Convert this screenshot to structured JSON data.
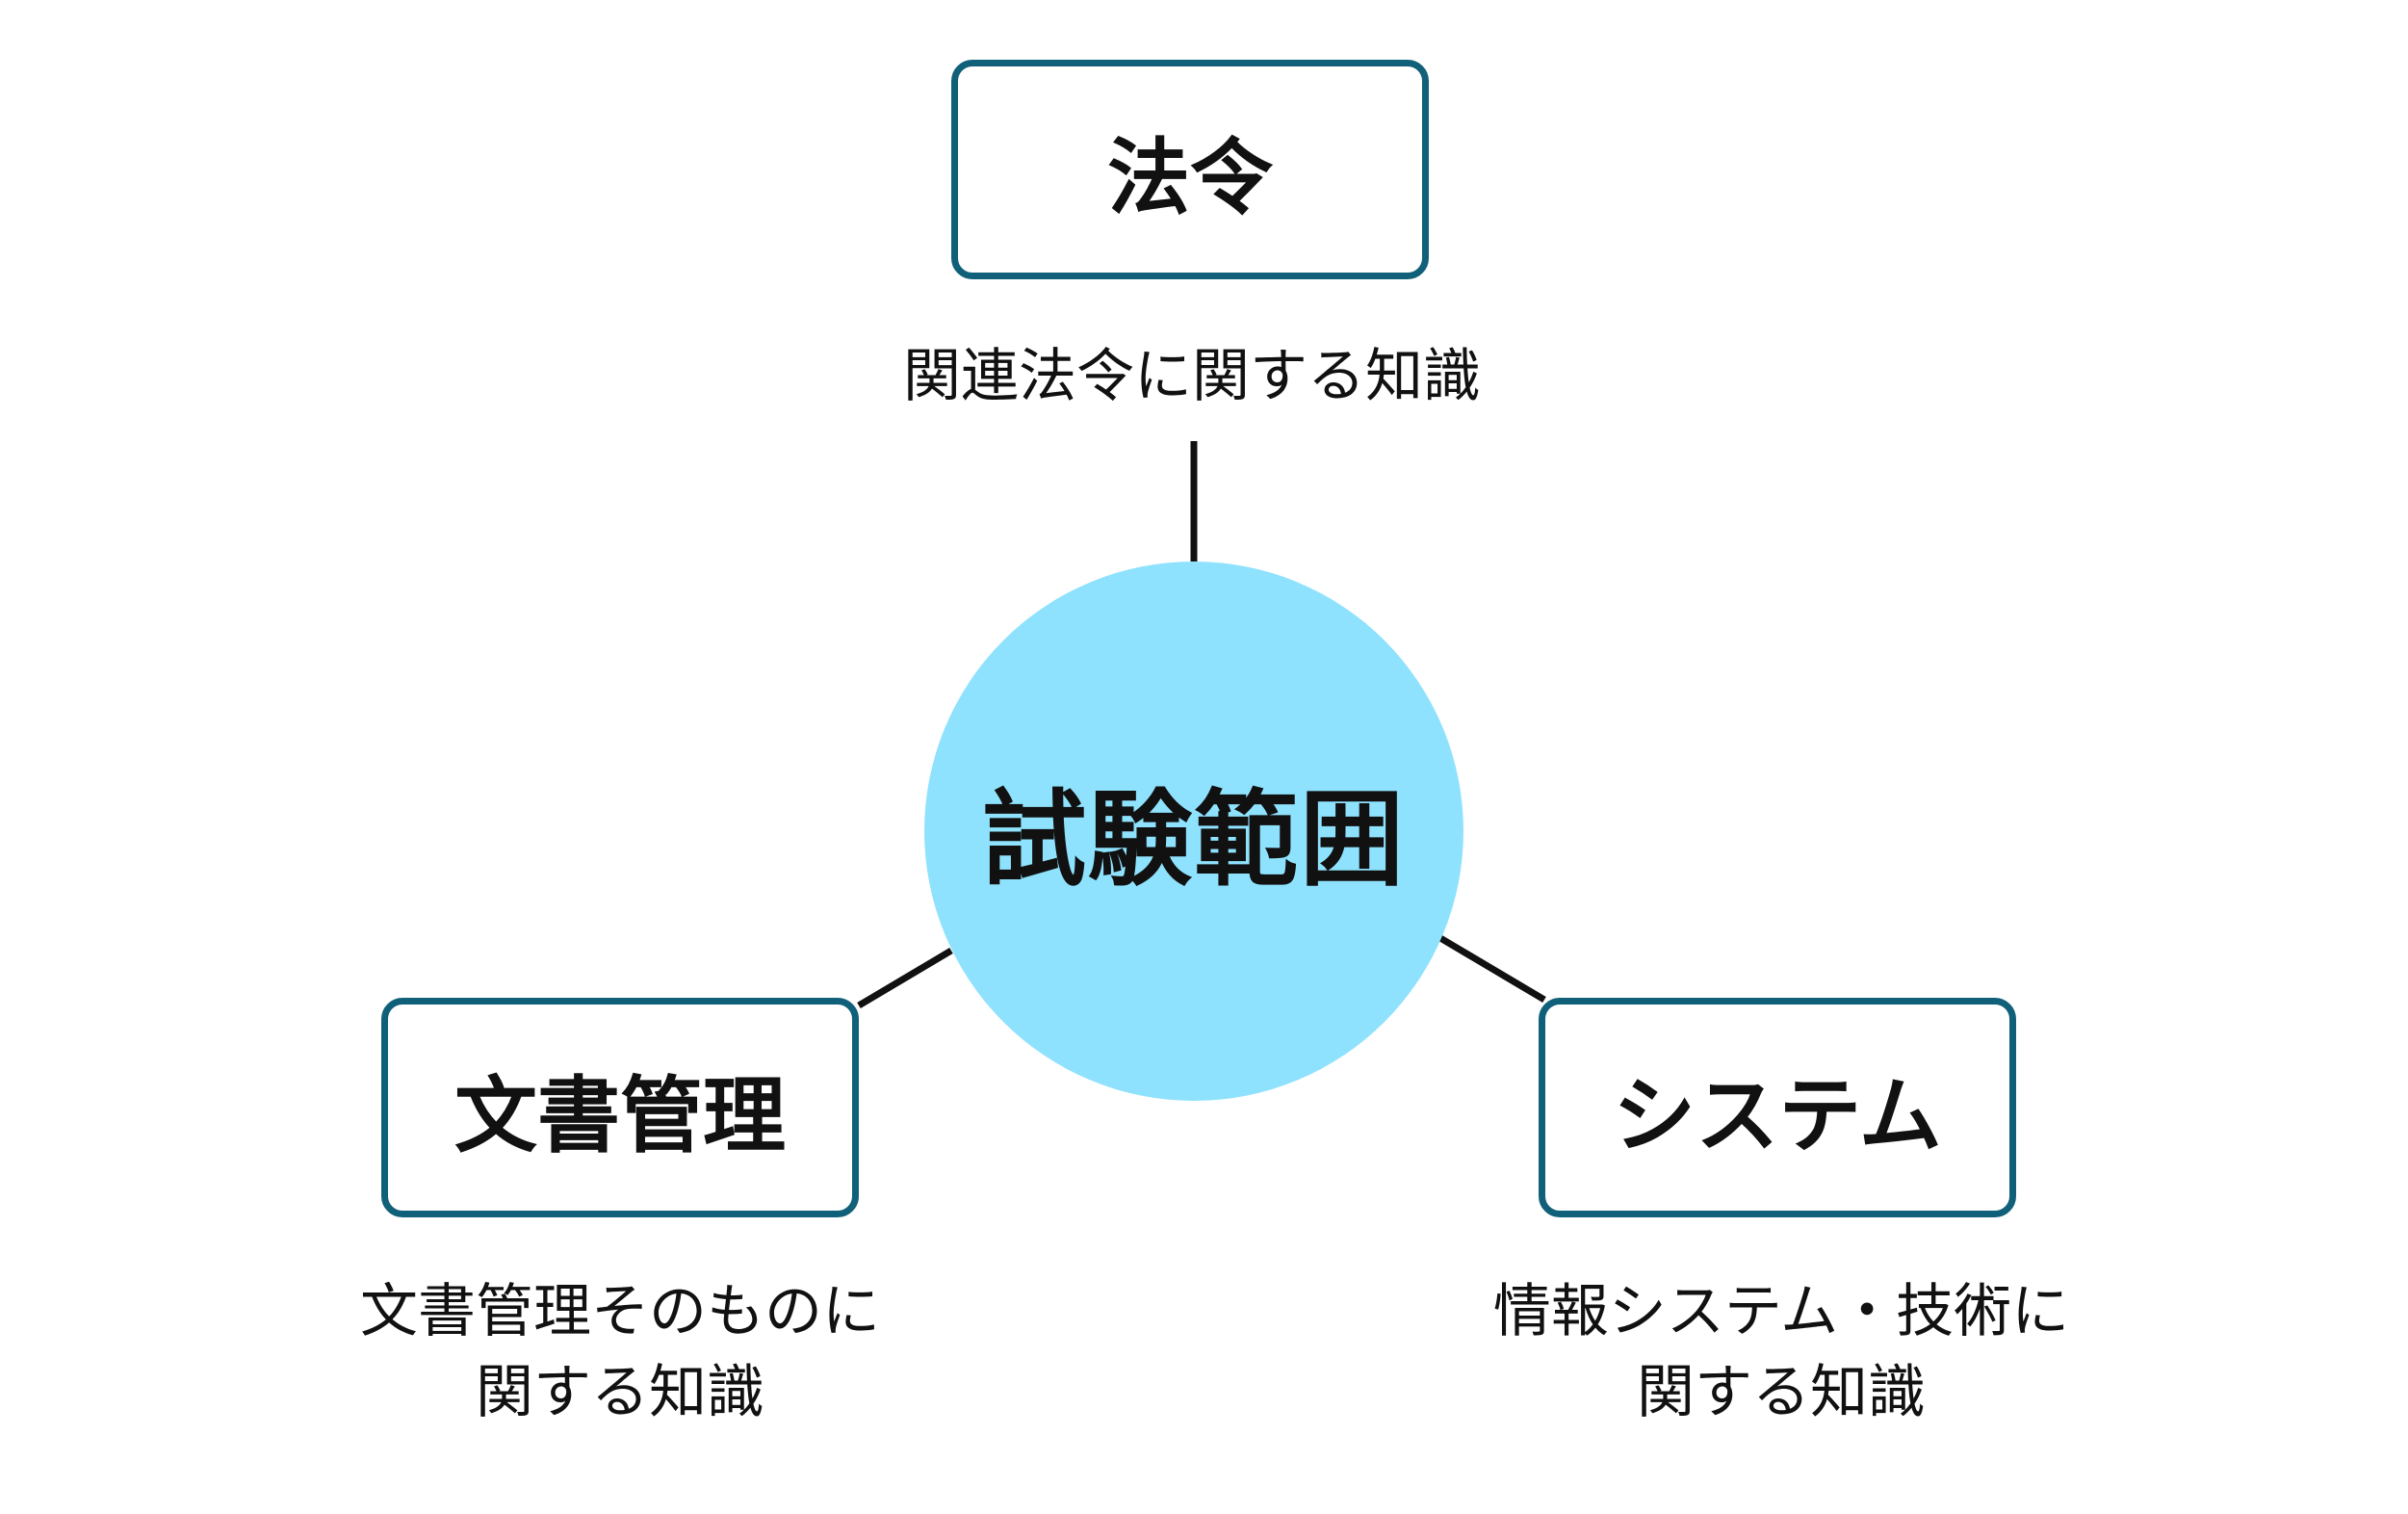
{
  "diagram": {
    "center": {
      "label": "試験範囲",
      "fill_color": "#8fe2fd"
    },
    "box_border_color": "#10607a",
    "connector_color": "#111111",
    "nodes": [
      {
        "label": "法令",
        "description": [
          "関連法令に関する知識"
        ]
      },
      {
        "label": "文書管理",
        "description": [
          "文書管理そのものに",
          "関する知識"
        ]
      },
      {
        "label": "システム",
        "description": [
          "情報システム・技術に",
          "関する知識"
        ]
      }
    ]
  }
}
